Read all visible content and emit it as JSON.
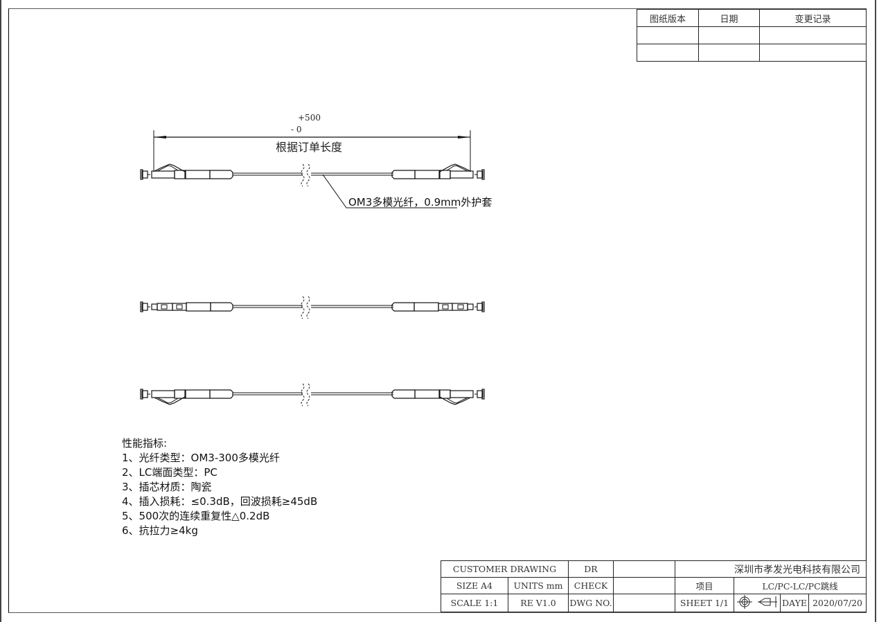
{
  "revision_table": {
    "headers": [
      "图纸版本",
      "日期",
      "变更记录"
    ],
    "rows": [
      [
        "",
        "",
        ""
      ],
      [
        "",
        "",
        ""
      ]
    ]
  },
  "dimension": {
    "tolerance_plus": "+500",
    "tolerance_minus": "-  0",
    "length_label": "根据订单长度"
  },
  "callout": {
    "fiber_label": "OM3多模光纤，0.9mm外护套"
  },
  "views": [
    {
      "name": "top-view",
      "description": "LC connectors with latch up"
    },
    {
      "name": "side-view",
      "description": "LC connectors top-down"
    },
    {
      "name": "bottom-view",
      "description": "LC connectors with latch down"
    }
  ],
  "specs": {
    "title": "性能指标:",
    "items": [
      "1、光纤类型：OM3-300多模光纤",
      "2、LC端面类型：PC",
      "3、插芯材质：陶瓷",
      "4、插入损耗：≤0.3dB，回波损耗≥45dB",
      "5、500次的连续重复性△0.2dB",
      "6、抗拉力≥4kg"
    ]
  },
  "title_block": {
    "customer_drawing": "CUSTOMER DRAWING",
    "dr_label": "DR",
    "dr_value": "",
    "company": "深圳市孝发光电科技有限公司",
    "size": "SIZE A4",
    "units": "UNITS mm",
    "check_label": "CHECK",
    "check_value": "",
    "project_label": "项目",
    "project_value": "LC/PC-LC/PC跳线",
    "scale": "SCALE 1:1",
    "revision": "RE V1.0",
    "dwg_label": "DWG NO.",
    "dwg_value": "",
    "sheet": "SHEET 1/1",
    "date_label": "DAYE",
    "date_value": "2020/07/20"
  }
}
